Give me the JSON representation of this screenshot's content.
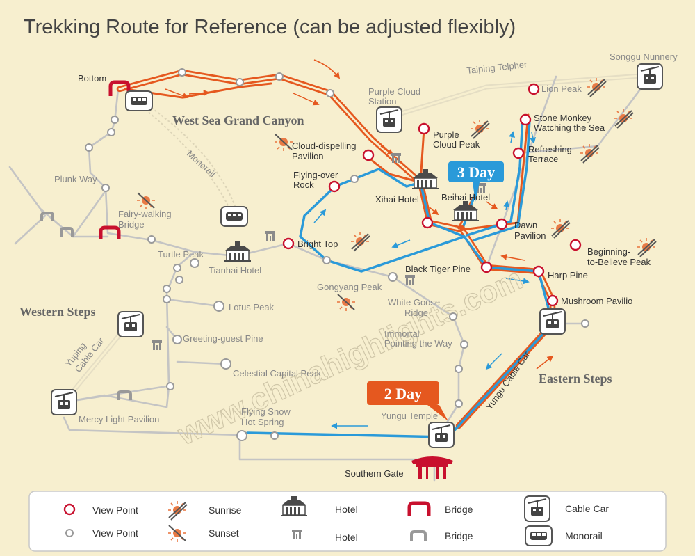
{
  "title": "Trekking Route for Reference (can be adjusted flexibly)",
  "watermark": "www.chinahighlights.com",
  "badges": {
    "day3": "3 Day",
    "day2": "2 Day"
  },
  "areas": {
    "west_sea": "West Sea Grand Canyon",
    "western_steps": "Western Steps",
    "eastern_steps": "Eastern Steps"
  },
  "lines": {
    "taiping": "Taiping Telpher",
    "monorail": "Monorail",
    "yuping_1": "Yuping",
    "yuping_2": "Cable Car",
    "yungu": "Yungu Cable Car"
  },
  "labels": {
    "bottom": "Bottom",
    "songgu": "Songgu Nunnery",
    "lion": "Lion Peak",
    "stone_1": "Stone Monkey",
    "stone_2": "Watching the Sea",
    "refresh_1": "Refreshing",
    "refresh_2": "Terrace",
    "purple_station_1": "Purple Cloud",
    "purple_station_2": "Station",
    "purple_peak_1": "Purple",
    "purple_peak_2": "Cloud Peak",
    "cloud_1": "Cloud-dispelling",
    "cloud_2": "Pavilion",
    "flying_1": "Flying-over",
    "flying_2": "Rock",
    "xihai": "Xihai Hotel",
    "beihai": "Beihai Hotel",
    "dawn_1": "Dawn",
    "dawn_2": "Pavilion",
    "begin_1": "Beginning-",
    "begin_2": "to-Believe Peak",
    "plunk": "Plunk Way",
    "fairy_1": "Fairy-walking",
    "fairy_2": "Bridge",
    "turtle": "Turtle Peak",
    "tianhai": "Tianhai Hotel",
    "bright": "Bright Top",
    "black_tiger": "Black Tiger Pine",
    "harp": "Harp Pine",
    "mushroom": "Mushroom Pavilio",
    "gongyang": "Gongyang Peak",
    "white_goose_1": "White Goose",
    "white_goose_2": "Ridge",
    "lotus": "Lotus Peak",
    "greeting": "Greeting-guest Pine",
    "immortal_1": "Immortal",
    "immortal_2": "Pointing the Way",
    "celestial": "Celestial Capital Peak",
    "mercy": "Mercy Light Pavilion",
    "flying_snow_1": "Flying Snow",
    "flying_snow_2": "Hot Spring",
    "yungu_temple": "Yungu Temple",
    "southern_gate": "Southern Gate"
  },
  "colors": {
    "orange": "#e5581f",
    "blue": "#2a9ad9",
    "red": "#c8102e",
    "gray_path": "#c4c4c4",
    "background": "#f7efcf"
  },
  "legend": [
    {
      "icon": "view-point-red-icon",
      "label": "View Point"
    },
    {
      "icon": "sunrise-icon",
      "label": "Sunrise"
    },
    {
      "icon": "hotel-icon",
      "label": "Hotel"
    },
    {
      "icon": "bridge-red-icon",
      "label": "Bridge"
    },
    {
      "icon": "cable-car-icon",
      "label": "Cable Car"
    },
    {
      "icon": "view-point-gray-icon",
      "label": "View Point"
    },
    {
      "icon": "sunset-icon",
      "label": "Sunset"
    },
    {
      "icon": "small-hotel-icon",
      "label": "Hotel"
    },
    {
      "icon": "bridge-gray-icon",
      "label": "Bridge"
    },
    {
      "icon": "monorail-icon",
      "label": "Monorail"
    }
  ]
}
